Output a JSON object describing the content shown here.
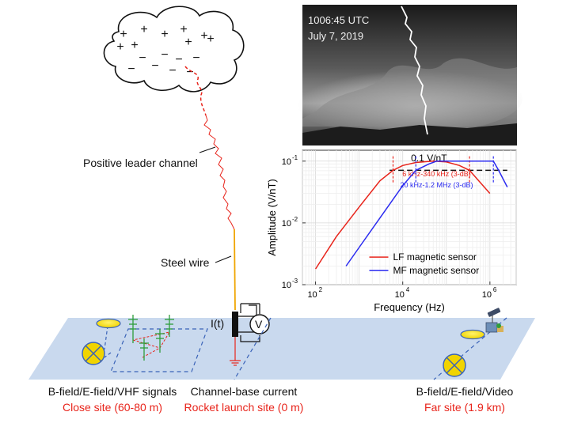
{
  "photo": {
    "time": "1006:45 UTC",
    "date": "July 7, 2019"
  },
  "labels": {
    "positive_leader": "Positive leader channel",
    "steel_wire": "Steel wire",
    "current": "I(t)",
    "voltmeter": "V"
  },
  "cloud": {
    "positive_sign": "+",
    "negative_sign": "−"
  },
  "sites": [
    {
      "name": "B-field/E-field/VHF signals",
      "location": "Close site (60-80 m)"
    },
    {
      "name": "Channel-base current",
      "location": "Rocket launch site (0 m)"
    },
    {
      "name": "B-field/E-field/Video",
      "location": "Far site (1.9 km)"
    }
  ],
  "colors": {
    "ground_plane": "#c9d9ee",
    "lf_sensor": "#e8241b",
    "mf_sensor": "#2b2bf0",
    "leader": "#e8241b",
    "steel_wire": "#f0a500",
    "caption_red": "#e8241b"
  },
  "chart_data": {
    "type": "line",
    "xlabel": "Frequency (Hz)",
    "ylabel": "Amplitude (V/nT)",
    "xscale": "log",
    "yscale": "log",
    "xlim": [
      50,
      4000000
    ],
    "ylim": [
      0.001,
      0.15
    ],
    "xticks": [
      {
        "v": 100,
        "label": "10"
      },
      {
        "v": 10000,
        "label": "10"
      },
      {
        "v": 1000000,
        "label": "10"
      }
    ],
    "xtick_exponents": [
      "2",
      "4",
      "6"
    ],
    "yticks": [
      {
        "v": 0.001,
        "label": "10"
      },
      {
        "v": 0.01,
        "label": "10"
      },
      {
        "v": 0.1,
        "label": "10"
      }
    ],
    "ytick_exponents": [
      "-3",
      "-2",
      "-1"
    ],
    "grid": true,
    "legend_position": "bottom-right",
    "reference_line": {
      "y": 0.071,
      "label": "0.1 V/nT"
    },
    "series": [
      {
        "name": "LF magnetic sensor",
        "color": "#e8241b",
        "band_label": "6 kHz-340 kHz (3-dB)",
        "band": [
          6000,
          340000
        ],
        "points": [
          [
            100,
            0.0018
          ],
          [
            300,
            0.006
          ],
          [
            1000,
            0.018
          ],
          [
            3000,
            0.048
          ],
          [
            6000,
            0.071
          ],
          [
            10000,
            0.085
          ],
          [
            20000,
            0.095
          ],
          [
            50000,
            0.1
          ],
          [
            100000,
            0.097
          ],
          [
            200000,
            0.085
          ],
          [
            340000,
            0.071
          ],
          [
            600000,
            0.045
          ],
          [
            1000000,
            0.03
          ]
        ]
      },
      {
        "name": "MF magnetic sensor",
        "color": "#2b2bf0",
        "band_label": "20 kHz-1.2 MHz (3-dB)",
        "band": [
          20000,
          1200000
        ],
        "points": [
          [
            500,
            0.002
          ],
          [
            1000,
            0.004
          ],
          [
            3000,
            0.012
          ],
          [
            10000,
            0.04
          ],
          [
            20000,
            0.071
          ],
          [
            40000,
            0.09
          ],
          [
            60000,
            0.1
          ],
          [
            100000,
            0.1
          ],
          [
            500000,
            0.1
          ],
          [
            1000000,
            0.1
          ],
          [
            1200000,
            0.1
          ],
          [
            1600000,
            0.07
          ],
          [
            2500000,
            0.038
          ]
        ]
      }
    ]
  }
}
